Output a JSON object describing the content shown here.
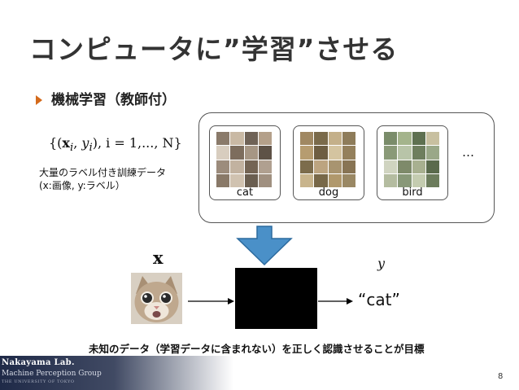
{
  "title": "コンピュータに”学習”させる",
  "bullet": "機械学習（教師付）",
  "formula": {
    "open": "{(",
    "x": "x",
    "i": "i",
    "y": "y",
    "tail": "), i = 1,..., N}"
  },
  "dataset_label": [
    "大量のラベル付き訓練データ",
    "(x:画像, y:ラベル）"
  ],
  "categories": [
    {
      "label": "cat",
      "colors": [
        "#8a7a6a",
        "#c9b9a4",
        "#6f6256",
        "#b4a08a",
        "#d8cdbf",
        "#7d6d5d",
        "#a69684",
        "#5e5247",
        "#9c8c7c",
        "#c2b2a0",
        "#746454",
        "#b0a090",
        "#897968",
        "#d0c2b0",
        "#6a5e50",
        "#a09080"
      ]
    },
    {
      "label": "dog",
      "colors": [
        "#a08862",
        "#7a6a4a",
        "#c4b08a",
        "#8e7c5a",
        "#b69c70",
        "#6e5e42",
        "#d4c4a0",
        "#94805c",
        "#7c6c4c",
        "#bca480",
        "#a89470",
        "#887454",
        "#c8b48c",
        "#786848",
        "#b0986c",
        "#9a8864"
      ]
    },
    {
      "label": "bird",
      "colors": [
        "#7a8c6a",
        "#a4b48c",
        "#5e7050",
        "#c8c0a0",
        "#8a9a78",
        "#b8c4a8",
        "#6e7e5e",
        "#9aa888",
        "#d0d4c0",
        "#7e8a6a",
        "#a8b090",
        "#5a6a4c",
        "#b4bca0",
        "#889878",
        "#c4ccb0",
        "#6c7c5c"
      ]
    }
  ],
  "ellipsis": "…",
  "x_label": "x",
  "y_label": "y",
  "output": "“cat”",
  "caption": "未知のデータ（学習データに含まれない）を正しく認識させることが目標",
  "footer": {
    "lab": "Nakayama Lab.",
    "group": "Machine Perception Group",
    "university": "THE UNIVERSITY OF TOKYO"
  },
  "page_number": "8",
  "colors": {
    "arrow_fill": "#4a90c8",
    "arrow_stroke": "#2c6a9e",
    "bullet": "#d46a1b",
    "footer_bg": "#1f2a48"
  }
}
